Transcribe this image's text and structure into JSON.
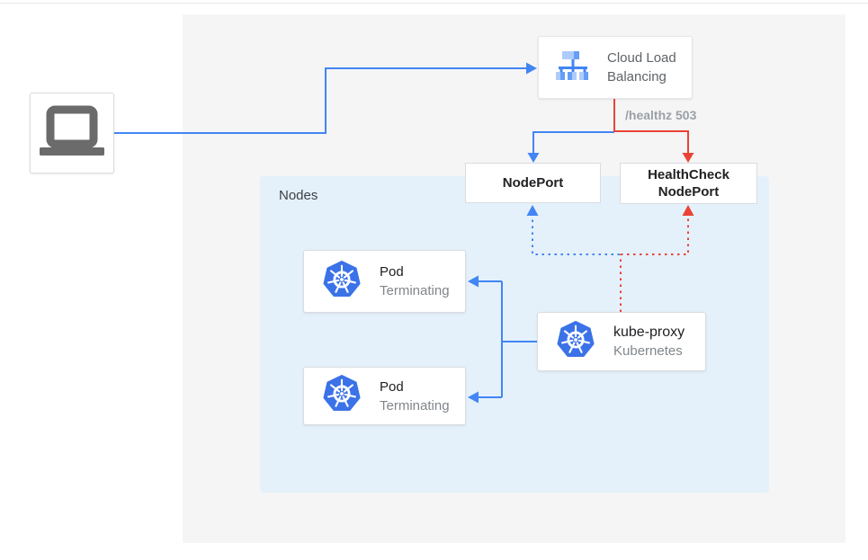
{
  "colors": {
    "traffic_blue": "#4285f4",
    "health_red": "#ea4335",
    "nodes_bg": "#e4f1fb",
    "canvas_bg": "#f5f5f6",
    "box_border": "#dadce0",
    "text_dark": "#202124",
    "text_gray": "#80868b",
    "kubernetes_blue": "#3b72e8",
    "laptop_gray": "#6b6b6b"
  },
  "nodes_container": {
    "label": "Nodes"
  },
  "load_balancer": {
    "line1": "Cloud Load",
    "line2": "Balancing"
  },
  "healthz_label": "/healthz 503",
  "nodeport": {
    "label": "NodePort"
  },
  "healthcheck_nodeport": {
    "line1": "HealthCheck",
    "line2": "NodePort"
  },
  "pods": [
    {
      "title": "Pod",
      "status": "Terminating"
    },
    {
      "title": "Pod",
      "status": "Terminating"
    }
  ],
  "kube_proxy": {
    "title": "kube-proxy",
    "subtitle": "Kubernetes"
  },
  "icons": {
    "client": "laptop-icon",
    "load_balancer": "cloud-load-balancing-icon",
    "pod": "kubernetes-icon",
    "kube_proxy": "kubernetes-icon"
  }
}
